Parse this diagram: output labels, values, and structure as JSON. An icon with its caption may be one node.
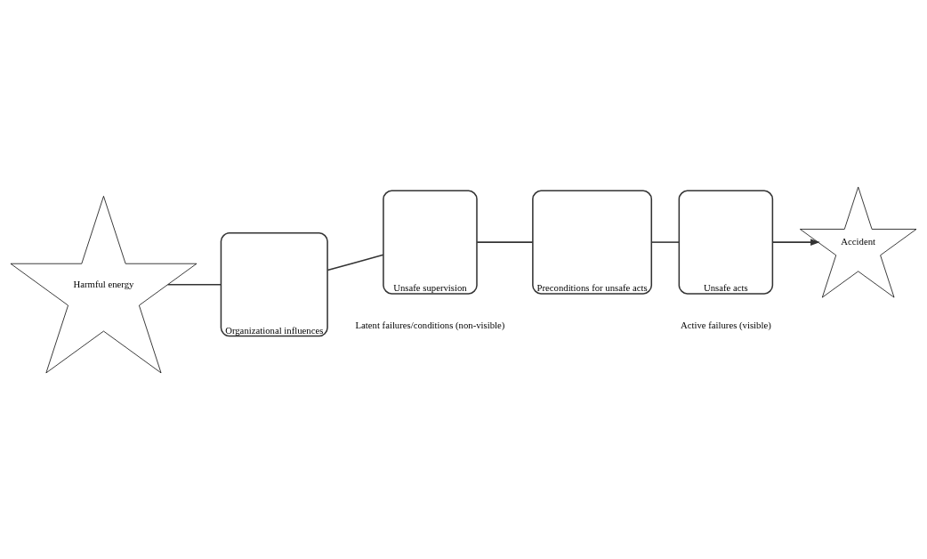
{
  "diagram": {
    "nodes": [
      {
        "text": [
          "Harmful energy"
        ]
      },
      {
        "text": [
          "Organizational influences"
        ]
      },
      {
        "text": [
          "Unsafe supervision"
        ]
      },
      {
        "text": [
          "Preconditions for unsafe acts"
        ]
      },
      {
        "text": [
          "Unsafe acts"
        ]
      },
      {
        "text": [
          "Accident"
        ]
      }
    ],
    "edges": [
      {
        "from": 0,
        "to": 1,
        "arrow": "none"
      },
      {
        "from": 1,
        "to": 2,
        "arrow": "none"
      },
      {
        "from": 2,
        "to": 3,
        "arrow": "none"
      },
      {
        "from": 3,
        "to": 4,
        "arrow": "none"
      },
      {
        "from": 4,
        "to": 5,
        "arrow": "to"
      }
    ],
    "labels": [
      "Latent failures/conditions (non-visible)",
      "Active failures (visible)"
    ]
  }
}
